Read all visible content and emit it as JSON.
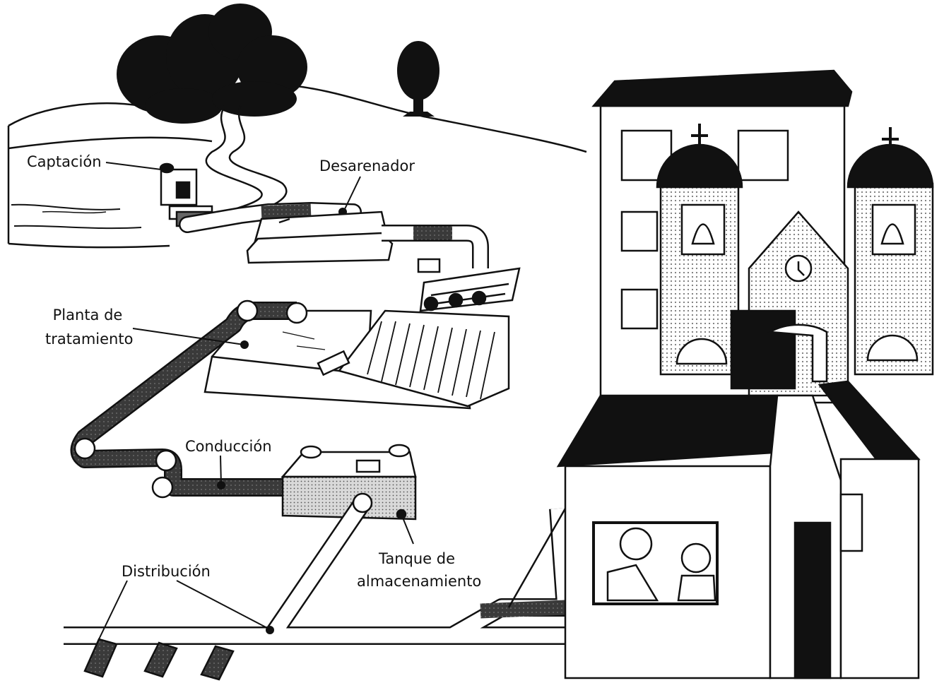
{
  "labels": {
    "captacion": "Captación",
    "desarenador": "Desarenador",
    "planta_line1": "Planta de",
    "planta_line2": "tratamiento",
    "conduccion": "Conducción",
    "tanque_line1": "Tanque de",
    "tanque_line2": "almacenamiento",
    "distribucion": "Distribución"
  },
  "colors": {
    "ink": "#111111",
    "pipe_dark": "#3a3a3a",
    "pipe_light": "#ffffff",
    "shade": "#c9c9c9"
  }
}
